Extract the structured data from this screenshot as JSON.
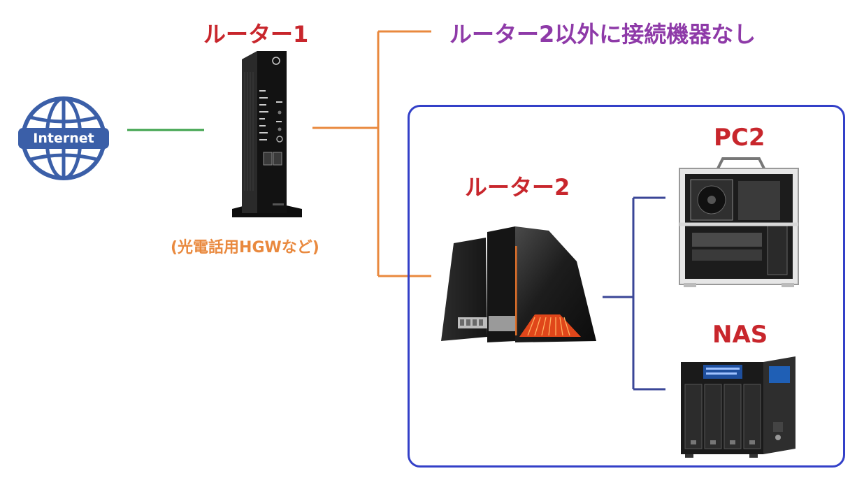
{
  "internet": {
    "label": "Internet"
  },
  "router1": {
    "title": "ルーター1",
    "subtitle": "(光電話用HGWなど)"
  },
  "note": {
    "text": "ルーター2以外に接続機器なし"
  },
  "router2": {
    "title": "ルーター2"
  },
  "devices": {
    "pc2": "PC2",
    "nas": "NAS"
  },
  "colors": {
    "title_red": "#c8262c",
    "note_purple": "#8e3aa8",
    "subtitle_orange": "#e9893e",
    "line_green": "#3fa34d",
    "line_orange": "#e9893e",
    "line_navy": "#3a4697",
    "box_blue": "#3340c8"
  },
  "icons": [
    "globe-icon",
    "hgw-router-image",
    "gaming-router-image",
    "pc-case-image",
    "nas-image"
  ]
}
